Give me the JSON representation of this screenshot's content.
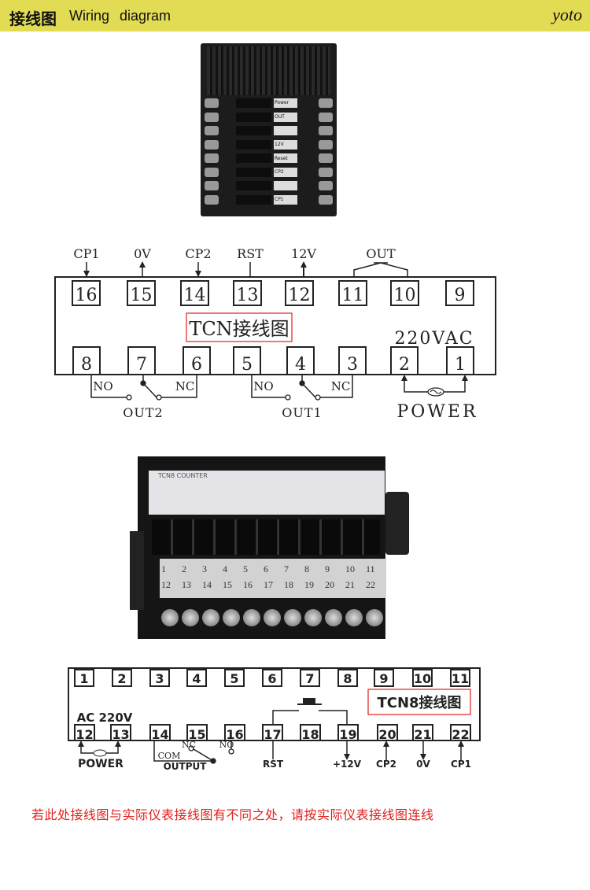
{
  "header": {
    "title_cn": "接线图",
    "title_en": "Wiring  diagram",
    "brand": "yoto"
  },
  "photo1": {
    "alt_labels": [
      "Power",
      "OUT",
      "12V",
      "Reset",
      "CP2",
      "CP1"
    ]
  },
  "photo2": {
    "label_title": "TCN8 COUNTER",
    "terminals_top": [
      "1",
      "2",
      "3",
      "4",
      "5",
      "6",
      "7",
      "8",
      "9",
      "10",
      "11"
    ],
    "terminals_bottom": [
      "12",
      "13",
      "14",
      "15",
      "16",
      "17",
      "18",
      "19",
      "20",
      "21",
      "22"
    ]
  },
  "diagram1": {
    "title": "TCN接线图",
    "top_terminals": [
      "16",
      "15",
      "14",
      "13",
      "12",
      "11",
      "10",
      "9"
    ],
    "bottom_terminals": [
      "8",
      "7",
      "6",
      "5",
      "4",
      "3",
      "2",
      "1"
    ],
    "top_labels": {
      "cp1": "CP1",
      "ov": "0V",
      "cp2": "CP2",
      "rst": "RST",
      "v12": "12V",
      "out": "OUT"
    },
    "supply": "220VAC",
    "no": "NO",
    "nc": "NC",
    "out2": "OUT2",
    "out1": "OUT1",
    "power": "POWER"
  },
  "diagram2": {
    "title": "TCN8接线图",
    "top_terminals": [
      "1",
      "2",
      "3",
      "4",
      "5",
      "6",
      "7",
      "8",
      "9",
      "10",
      "11"
    ],
    "bottom_terminals": [
      "12",
      "13",
      "14",
      "15",
      "16",
      "17",
      "18",
      "19",
      "20",
      "21",
      "22"
    ],
    "supply": "AC 220V",
    "power": "POWER",
    "com": "COM",
    "output": "OUTPUT",
    "nc": "NC",
    "no": "NO",
    "rst": "RST",
    "v12": "+12V",
    "cp2": "CP2",
    "ov": "0V",
    "cp1": "CP1"
  },
  "footer": {
    "note": "若此处接线图与实际仪表接线图有不同之处，请按实际仪表接线图连线"
  },
  "colors": {
    "header_bg": "#e2dc55",
    "accent_red": "#e0201c"
  }
}
